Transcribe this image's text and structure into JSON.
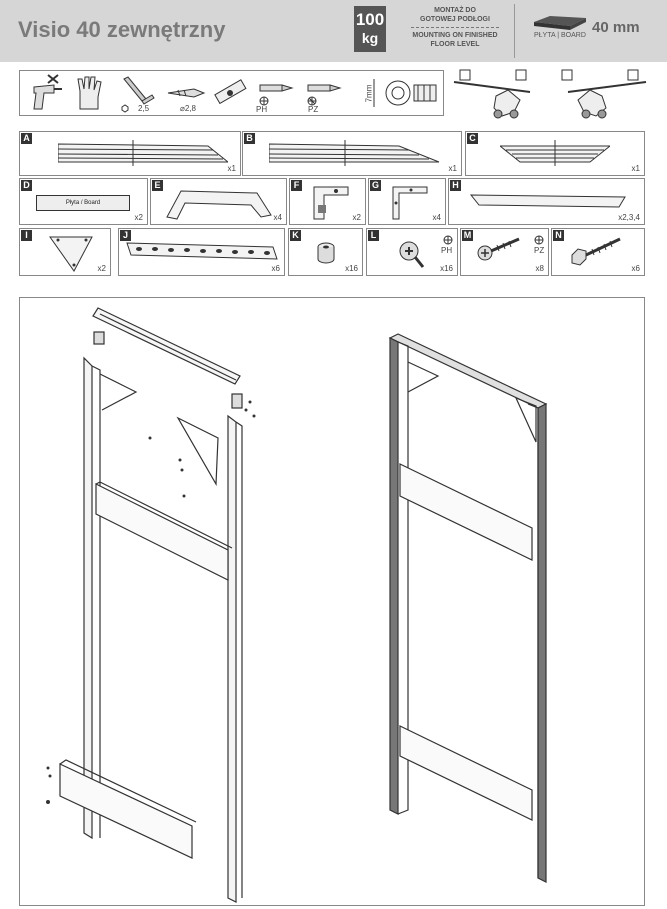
{
  "header": {
    "title": "Visio 40 zewnętrzny",
    "weight_value": "100",
    "weight_unit": "kg",
    "mount_pl_line1": "MONTAŻ DO",
    "mount_pl_line2": "GOTOWEJ PODŁOGI",
    "mount_en_line1": "MOUNTING ON FINISHED",
    "mount_en_line2": "FLOOR LEVEL",
    "board_label": "PŁYTA | BOARD",
    "board_thickness": "40 mm"
  },
  "tools": {
    "hex_key_size": "2,5",
    "drill_size": "⌀2,8",
    "bit_ph": "PH",
    "bit_pz": "PZ",
    "depth": "7mm"
  },
  "parts": [
    {
      "letter": "A",
      "qty": "x1"
    },
    {
      "letter": "B",
      "qty": "x1"
    },
    {
      "letter": "C",
      "qty": "x1"
    },
    {
      "letter": "D",
      "qty": "x2",
      "inner_label": "Płyta / Board"
    },
    {
      "letter": "E",
      "qty": "x4"
    },
    {
      "letter": "F",
      "qty": "x2"
    },
    {
      "letter": "G",
      "qty": "x4"
    },
    {
      "letter": "H",
      "qty": "x2,3,4"
    },
    {
      "letter": "I",
      "qty": "x2"
    },
    {
      "letter": "J",
      "qty": "x6"
    },
    {
      "letter": "K",
      "qty": "x16"
    },
    {
      "letter": "L",
      "qty": "x16",
      "bit": "PH"
    },
    {
      "letter": "M",
      "qty": "x8",
      "bit": "PZ"
    },
    {
      "letter": "N",
      "qty": "x6"
    }
  ],
  "icons": [
    "drill-icon",
    "gloves-icon",
    "hex-key-icon",
    "drill-bit-icon",
    "level-icon",
    "ph-bit-icon",
    "pz-bit-icon",
    "wall-plug-icon"
  ]
}
